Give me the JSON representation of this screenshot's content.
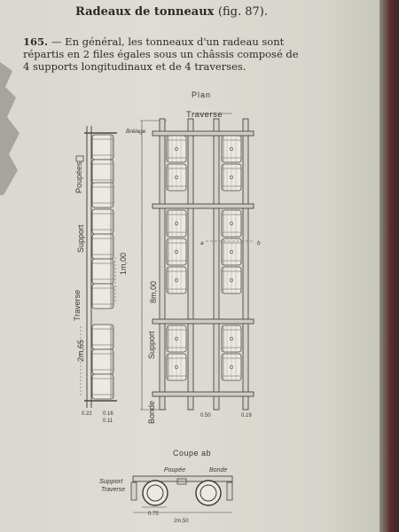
{
  "heading": {
    "title": "Radeaux de tonneaux",
    "fig": "(fig. 87)."
  },
  "paragraph": {
    "number": "165.",
    "line1": "— En général, les tonneaux d'un radeau sont",
    "line2": "répartis en 2 files égales sous un châssis composé de",
    "line3": "4 supports longitudinaux et de 4 traverses."
  },
  "figure": {
    "plan": "Plan",
    "traverse": "Traverse",
    "brelage": "Brêlage",
    "poupees": "Poupées",
    "support_left": "Support",
    "traverse_left": "Traverse",
    "support_inner": "Support",
    "bonde": "Bonde",
    "dim_length": "8m,00",
    "dim_barrel": "2m,65",
    "dim_small": "1m,00",
    "dim_022": "0.22",
    "dim_016": "0.16",
    "dim_011": "0.11",
    "dim_050": "0.50",
    "dim_019": "0.19",
    "mark_a": "a",
    "mark_b": "b"
  },
  "section": {
    "title": "Coupe ab",
    "support": "Support",
    "traverse": "Traverse",
    "poupee": "Poupée",
    "bonde": "Bonde",
    "dim_075": "0.75",
    "dim_250": "2m,50"
  }
}
